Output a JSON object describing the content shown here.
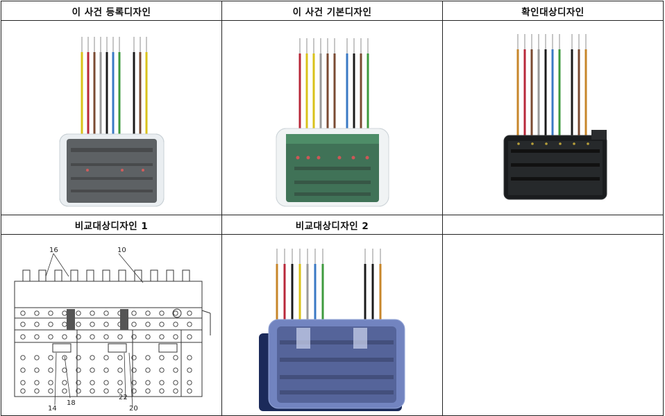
{
  "headers": {
    "row1": [
      "이 사건 등록디자인",
      "이 사건 기본디자인",
      "확인대상디자인"
    ],
    "row2": [
      "비교대상디자인 1",
      "비교대상디자인 2",
      ""
    ]
  },
  "drawing_labels": {
    "l16": "16",
    "l10": "10",
    "l18": "18",
    "l14": "14",
    "l22": "22",
    "l20": "20"
  },
  "colors": {
    "yellow": "#d9c21a",
    "red": "#b8283a",
    "brown": "#7a4a32",
    "gray": "#9a9a9a",
    "black": "#1b1b1b",
    "blue": "#3a79c4",
    "green": "#3e9a3e",
    "orange": "#c7862a"
  },
  "wire_sets": {
    "registered": [
      "yellow",
      "red",
      "brown",
      "gray",
      "black",
      "blue",
      "green",
      "black",
      "brown",
      "yellow"
    ],
    "basic": [
      "red",
      "yellow",
      "yellow",
      "gray",
      "brown",
      "brown",
      "blue",
      "black",
      "brown",
      "green"
    ],
    "confirmation": [
      "orange",
      "red",
      "brown",
      "gray",
      "black",
      "blue",
      "green",
      "black",
      "brown",
      "orange"
    ],
    "comparison2": [
      "orange",
      "red",
      "black",
      "yellow",
      "gray",
      "blue",
      "green",
      "black",
      "black",
      "orange"
    ]
  }
}
